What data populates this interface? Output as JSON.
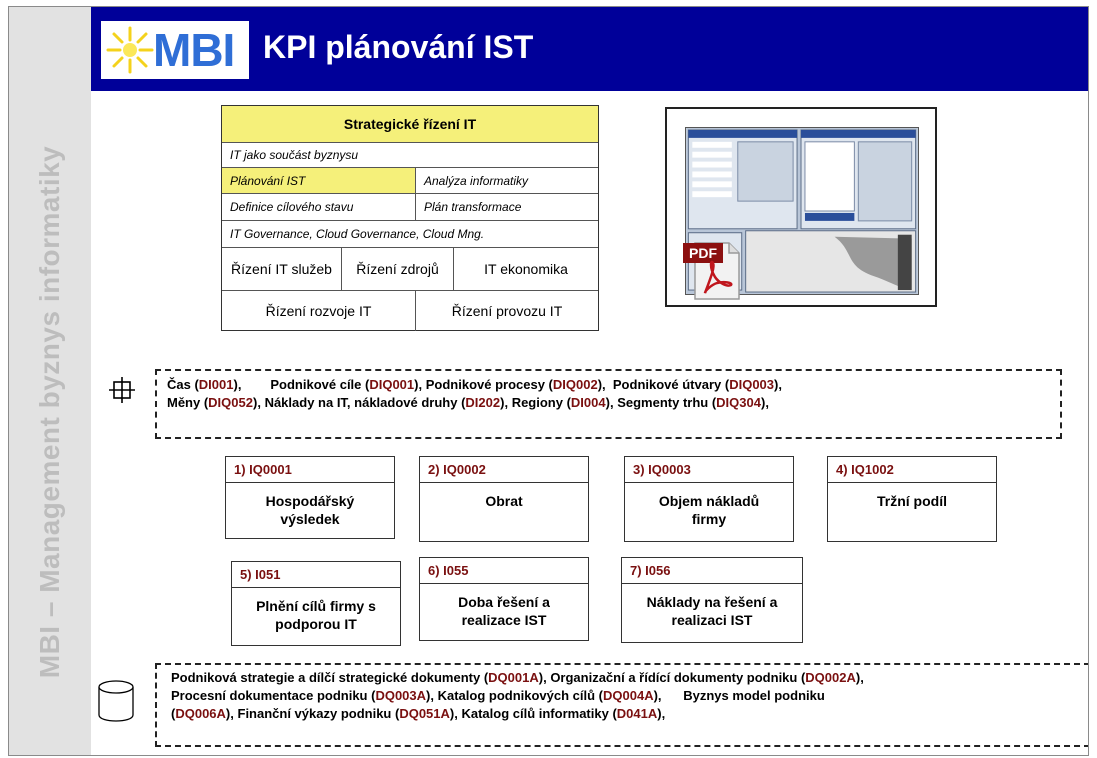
{
  "sidebar": {
    "vertical_text": "MBI – Management byznys informatiky"
  },
  "header": {
    "logo_text": "MBI",
    "title": "KPI plánování IST"
  },
  "strategic_table": {
    "title": "Strategické řízení IT",
    "row_business": "IT jako součást byznysu",
    "planning": "Plánování IST",
    "analysis": "Analýza informatiky",
    "target_state": "Definice cílového stavu",
    "transformation": "Plán transformace",
    "governance": "IT Governance, Cloud Governance, Cloud Mng.",
    "services": "Řízení IT služeb",
    "resources": "Řízení zdrojů",
    "economics": "IT ekonomika",
    "development": "Řízení rozvoje IT",
    "operations": "Řízení provozu IT"
  },
  "pdf_label": "PDF",
  "dimensions": {
    "items": [
      {
        "label": "Čas (",
        "code": "DI001",
        "end": "),"
      },
      {
        "label": "Podnikové cíle (",
        "code": "DIQ001",
        "end": "),"
      },
      {
        "label": "Podnikové procesy (",
        "code": "DIQ002",
        "end": "),"
      },
      {
        "label": "Podnikové útvary (",
        "code": "DIQ003",
        "end": "),"
      },
      {
        "label": "Měny (",
        "code": "DIQ052",
        "end": "),"
      },
      {
        "label": "Náklady na IT, nákladové druhy (",
        "code": "DI202",
        "end": "),"
      },
      {
        "label": "Regiony (",
        "code": "DI004",
        "end": "),"
      },
      {
        "label": "Segmenty trhu (",
        "code": "DIQ304",
        "end": "),"
      }
    ]
  },
  "kpis": [
    {
      "id": "1) IQ0001",
      "name_line1": "Hospodářský",
      "name_line2": "výsledek"
    },
    {
      "id": "2) IQ0002",
      "name_line1": "Obrat",
      "name_line2": ""
    },
    {
      "id": "3) IQ0003",
      "name_line1": "Objem nákladů",
      "name_line2": "firmy"
    },
    {
      "id": "4) IQ1002",
      "name_line1": "Tržní podíl",
      "name_line2": ""
    },
    {
      "id": "5) I051",
      "name_line1": "Plnění cílů firmy  s",
      "name_line2": "podporou IT"
    },
    {
      "id": "6) I055",
      "name_line1": "Doba řešení a",
      "name_line2": "realizace IST"
    },
    {
      "id": "7) I056",
      "name_line1": "Náklady na řešení a",
      "name_line2": "realizaci IST"
    }
  ],
  "documents": {
    "items": [
      {
        "label": "Podniková strategie a dílčí strategické dokumenty (",
        "code": "DQ001A",
        "end": "),"
      },
      {
        "label": "Organizační a řídící dokumenty podniku (",
        "code": "DQ002A",
        "end": "),"
      },
      {
        "label": "Procesní dokumentace podniku (",
        "code": "DQ003A",
        "end": "),"
      },
      {
        "label": "Katalog podnikových cílů (",
        "code": "DQ004A",
        "end": "),"
      },
      {
        "label": "Byznys model podniku (",
        "code": "DQ006A",
        "end": "),"
      },
      {
        "label": "Finanční výkazy podniku (",
        "code": "DQ051A",
        "end": "),"
      },
      {
        "label": "Katalog cílů informatiky (",
        "code": "D041A",
        "end": "),"
      }
    ]
  },
  "colors": {
    "header_bg": "#000099",
    "highlight": "#f5f07a",
    "code": "#7a1010",
    "logo": "#2f6ed6",
    "sun": "#f4d21c"
  }
}
